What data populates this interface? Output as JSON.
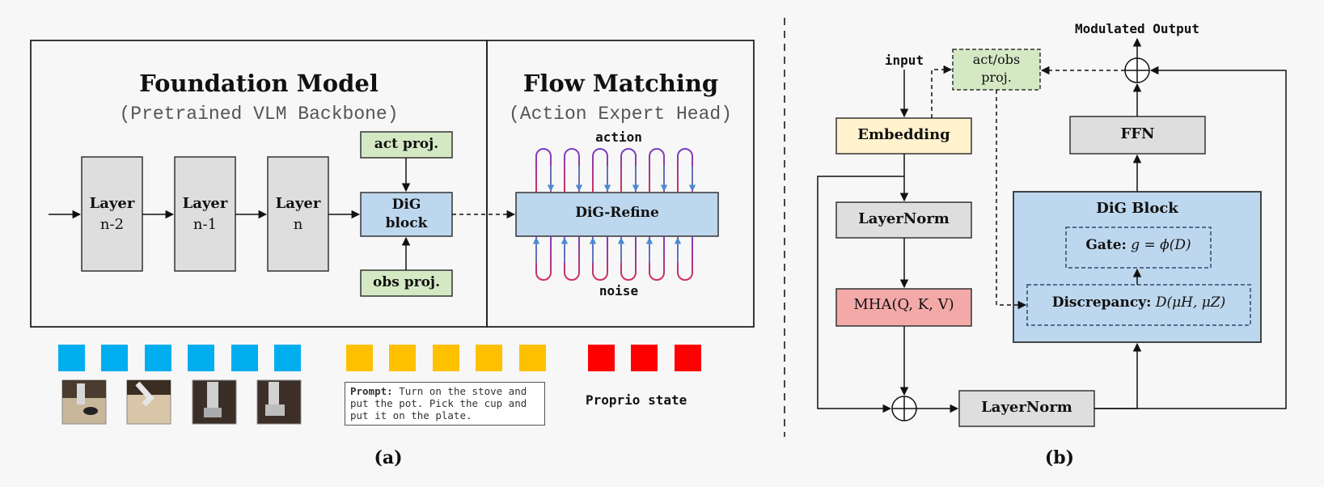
{
  "panel_a": {
    "foundation_title": "Foundation Model",
    "foundation_subtitle": "(Pretrained VLM Backbone)",
    "flow_title": "Flow Matching",
    "flow_subtitle": "(Action Expert Head)",
    "layers": [
      {
        "line1": "Layer",
        "line2": "n-2"
      },
      {
        "line1": "Layer",
        "line2": "n-1"
      },
      {
        "line1": "Layer",
        "line2": "n"
      }
    ],
    "act_proj": "act proj.",
    "obs_proj": "obs proj.",
    "dig_block_line1": "DiG",
    "dig_block_line2": "block",
    "dig_refine": "DiG-Refine",
    "action_label": "action",
    "noise_label": "noise",
    "prompt_key": "Prompt:",
    "prompt_text": " Turn on the stove and put the pot. Pick the cup and put it on the plate.",
    "proprio_label": "Proprio state",
    "caption": "(a)",
    "colors": {
      "image_token": "#00aeef",
      "text_token": "#ffc000",
      "proprio_token": "#ff0000"
    }
  },
  "panel_b": {
    "input_label": "input",
    "output_label": "Modulated Output",
    "actobs_line1": "act/obs",
    "actobs_line2": "proj.",
    "embedding": "Embedding",
    "layernorm_top": "LayerNorm",
    "mha": "MHA(Q, K, V)",
    "layernorm_bottom": "LayerNorm",
    "ffn": "FFN",
    "dig_block_title": "DiG Block",
    "gate_key": "Gate:",
    "gate_formula": "g = ϕ(D)",
    "discrepancy_key": "Discrepancy:",
    "discrepancy_formula": "D(μH, μZ)",
    "caption": "(b)"
  }
}
